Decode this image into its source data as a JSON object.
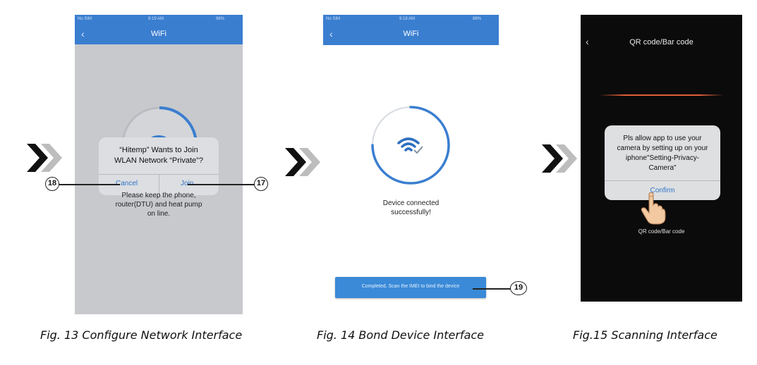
{
  "panel1": {
    "status": {
      "carrier": "No SIM",
      "time": "9:19 AM",
      "battery": "96%"
    },
    "nav": {
      "back": "‹",
      "title": "WiFi"
    },
    "alert": {
      "title_line1": "“Hitemp” Wants to Join",
      "title_line2": "WLAN Network “Private”?",
      "cancel": "Cancel",
      "join": "Join"
    },
    "hint_line1": "Please keep the phone,",
    "hint_line2": "router(DTU) and heat pump",
    "hint_line3": "on line."
  },
  "panel2": {
    "status": {
      "carrier": "No SIM",
      "time": "9:18 AM",
      "battery": "88%"
    },
    "nav": {
      "back": "‹",
      "title": "WiFi"
    },
    "progress": 0.75,
    "message_line1": "Device connected",
    "message_line2": "successfully!",
    "button": "Completed, Scan the IMEI to bind the device"
  },
  "panel3": {
    "nav": {
      "back": "‹",
      "title": "QR code/Bar code"
    },
    "alert": {
      "line1": "Pls allow app to use your",
      "line2": "camera by setting up on your",
      "line3": "iphone\"Setting-Privacy-",
      "line4": "Camera\"",
      "confirm": "Confirm"
    },
    "scan_label": "QR code/Bar code"
  },
  "callouts": {
    "c18": "18",
    "c17": "17",
    "c19": "19"
  },
  "captions": {
    "fig13": "Fig. 13 Configure Network Interface",
    "fig14": "Fig. 14 Bond Device Interface",
    "fig15": "Fig.15 Scanning Interface"
  },
  "colors": {
    "accent": "#3a7ed0",
    "dim_overlay": "#c6c8cb",
    "dark_screen": "#0b0b0b",
    "laser": "#e0603a"
  },
  "icons": [
    "double-chevron-arrow-icon",
    "wifi-icon",
    "checkmark-icon",
    "hand-pointer-icon",
    "back-chevron-icon"
  ]
}
